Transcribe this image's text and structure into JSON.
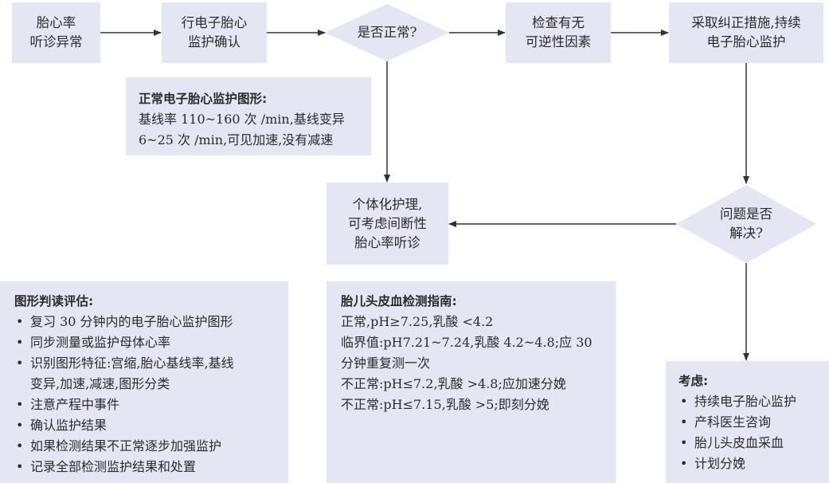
{
  "colors": {
    "box_fill": "#e4e7f3",
    "arrow": "#333333"
  },
  "nodes": {
    "abnormal_auscultation": [
      "胎心率",
      "听诊异常"
    ],
    "efm_confirm": [
      "行电子胎心",
      "监护确认"
    ],
    "is_normal": "是否正常?",
    "check_reversible": [
      "检查有无",
      "可逆性因素"
    ],
    "corrective_measures": [
      "采取纠正措施,持续",
      "电子胎心监护"
    ],
    "individualized_care": [
      "个体化护理,",
      "可考虑间断性",
      "胎心率听诊"
    ],
    "problem_resolved": [
      "问题是否",
      "解决?"
    ]
  },
  "normal_pattern": {
    "title": "正常电子胎心监护图形:",
    "lines": [
      "基线率 110~160 次 /min,基线变异",
      "6~25 次 /min,可见加速,没有减速"
    ]
  },
  "interpretation": {
    "title": "图形判读评估:",
    "items": [
      [
        "复习 30 分钟内的电子胎心监护图形"
      ],
      [
        "同步测量或监护母体心率"
      ],
      [
        "识别图形特征:宫缩,胎心基线率,基线",
        "变异,加速,减速,图形分类"
      ],
      [
        "注意产程中事件"
      ],
      [
        "确认监护结果"
      ],
      [
        "如果检测结果不正常逐步加强监护"
      ],
      [
        "记录全部检测监护结果和处置"
      ]
    ]
  },
  "scalp_blood": {
    "title": "胎儿头皮血检测指南:",
    "lines": [
      "正常,pH≥7.25,乳酸 <4.2",
      "临界值:pH7.21~7.24,乳酸 4.2~4.8;应 30",
      "分钟重复测一次",
      "不正常:pH≤7.2,乳酸 >4.8;应加速分娩",
      "不正常:pH≤7.15,乳酸 >5;即刻分娩"
    ]
  },
  "considerations": {
    "title": "考虑:",
    "items": [
      "持续电子胎心监护",
      "产科医生咨询",
      "胎儿头皮血采血",
      "计划分娩"
    ]
  }
}
